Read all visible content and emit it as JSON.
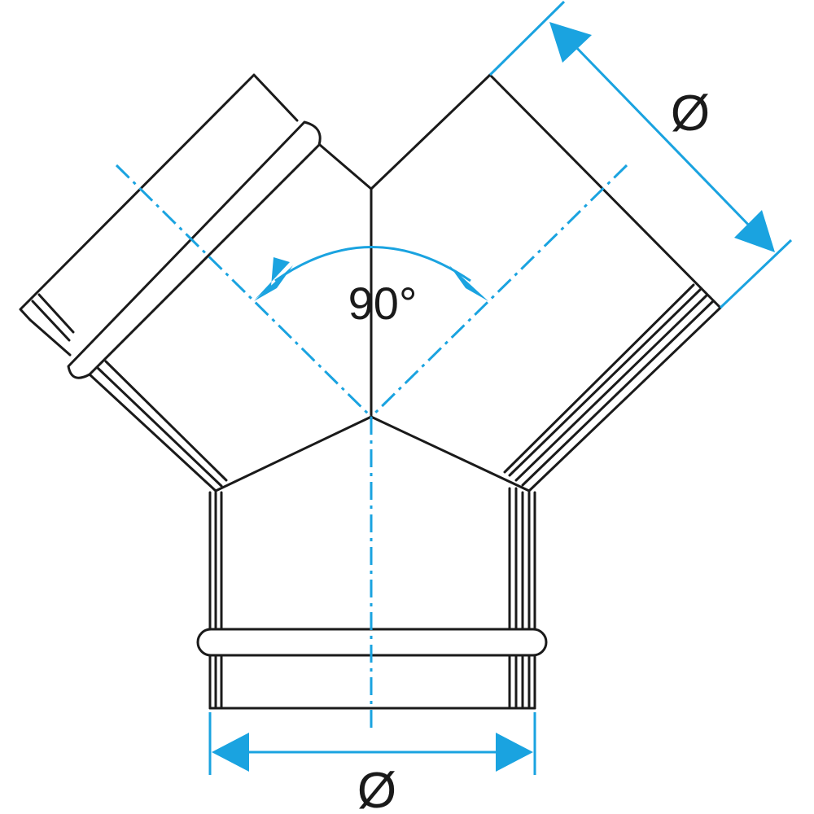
{
  "labels": {
    "angle": "90°",
    "diameter_branch": "Ø",
    "diameter_main": "Ø"
  },
  "colors": {
    "outline": "#1a1a1a",
    "dimension": "#1aa3e0",
    "background": "#ffffff"
  }
}
